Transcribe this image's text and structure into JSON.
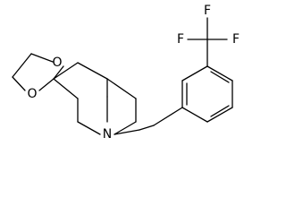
{
  "structure": {
    "atoms": {
      "o_top": "O",
      "o_bottom": "O",
      "n_piperidine": "N",
      "f_left": "F",
      "f_middle": "F",
      "f_right": "F"
    }
  }
}
